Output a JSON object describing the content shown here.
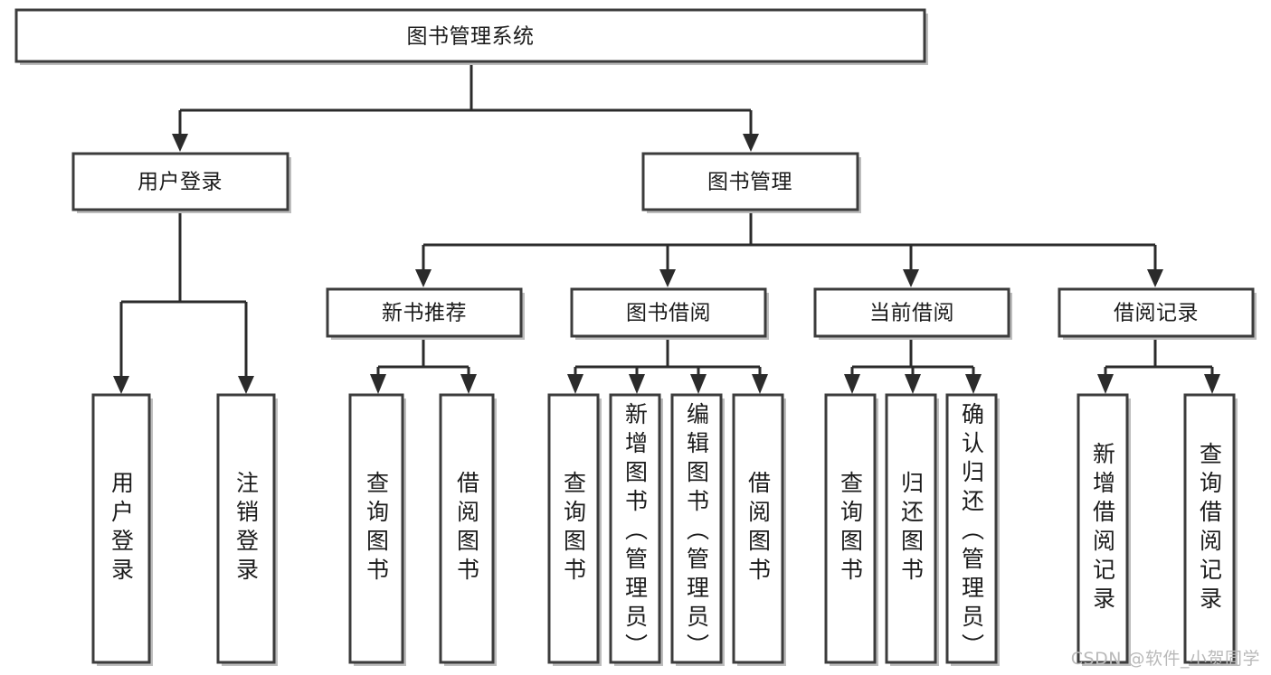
{
  "diagram": {
    "type": "tree-hierarchy",
    "title": "图书管理系统",
    "watermark": "CSDN @软件_小贺同学",
    "colors": {
      "box_stroke": "#3c3c3c",
      "box_fill": "#ffffff",
      "connector": "#2b2b2b",
      "text": "#1b1b1b",
      "watermark": "#b9b9b9",
      "background": "#ffffff"
    },
    "root": {
      "label": "图书管理系统"
    },
    "level2": [
      {
        "label": "用户登录"
      },
      {
        "label": "图书管理"
      }
    ],
    "level3": [
      {
        "label": "新书推荐"
      },
      {
        "label": "图书借阅"
      },
      {
        "label": "当前借阅"
      },
      {
        "label": "借阅记录"
      }
    ],
    "leaves": {
      "user_login": [
        {
          "label": "用户登录"
        },
        {
          "label": "注销登录"
        }
      ],
      "new_book_recommend": [
        {
          "label": "查询图书"
        },
        {
          "label": "借阅图书"
        }
      ],
      "book_borrow": [
        {
          "label": "查询图书"
        },
        {
          "label": "新增图书（管理员）"
        },
        {
          "label": "编辑图书（管理员）"
        },
        {
          "label": "借阅图书"
        }
      ],
      "current_borrow": [
        {
          "label": "查询图书"
        },
        {
          "label": "归还图书"
        },
        {
          "label": "确认归还（管理员）"
        }
      ],
      "borrow_records": [
        {
          "label": "新增借阅记录"
        },
        {
          "label": "查询借阅记录"
        }
      ]
    }
  }
}
